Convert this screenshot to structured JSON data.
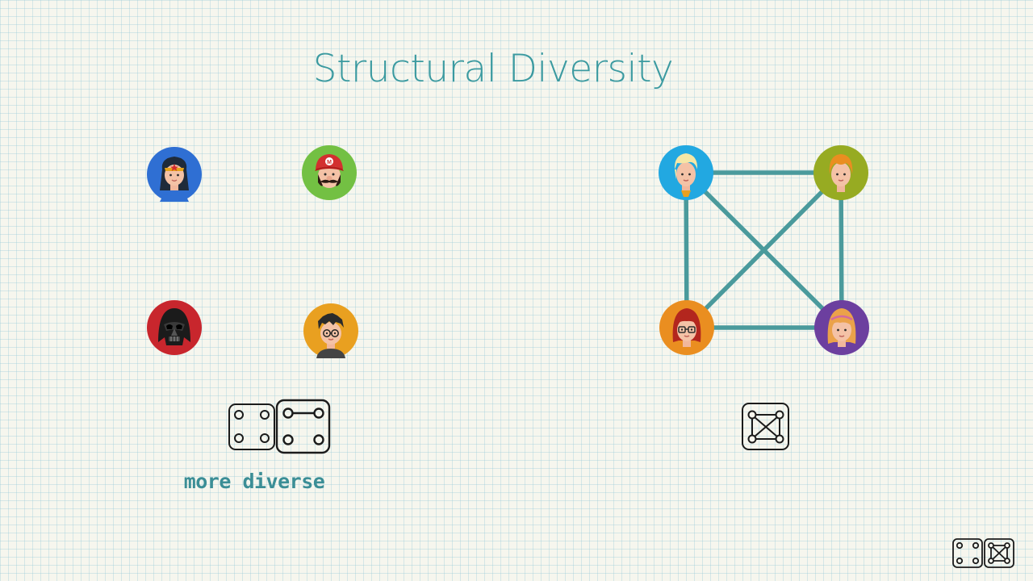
{
  "slide": {
    "title": "Structural Diversity",
    "caption": "more diverse"
  },
  "colors": {
    "title": "#3b9aa0",
    "edge": "#4a9a9c",
    "avatar_bg_blue": "#2f6fd3",
    "avatar_bg_green": "#73c043",
    "avatar_bg_red": "#c8262d",
    "avatar_bg_orange": "#e9a020",
    "avatar_bg_cyan": "#22a8e1",
    "avatar_bg_olive": "#97ab22",
    "avatar_bg_amber": "#ea8e20",
    "avatar_bg_purple": "#6c3f9f"
  },
  "left_group": {
    "avatars": [
      {
        "name": "wonder-woman-avatar"
      },
      {
        "name": "mario-avatar"
      },
      {
        "name": "darth-vader-avatar"
      },
      {
        "name": "harry-potter-avatar"
      }
    ],
    "connected": false
  },
  "right_group": {
    "avatars": [
      {
        "name": "blond-boy-avatar"
      },
      {
        "name": "ginger-man-avatar"
      },
      {
        "name": "red-haired-girl-with-glasses-avatar"
      },
      {
        "name": "blonde-woman-avatar"
      }
    ],
    "connected": true
  },
  "icons": [
    "disconnected-component-icon",
    "paired-component-icon",
    "complete-graph-icon",
    "corner-disconnected-component-icon",
    "corner-complete-graph-icon"
  ]
}
